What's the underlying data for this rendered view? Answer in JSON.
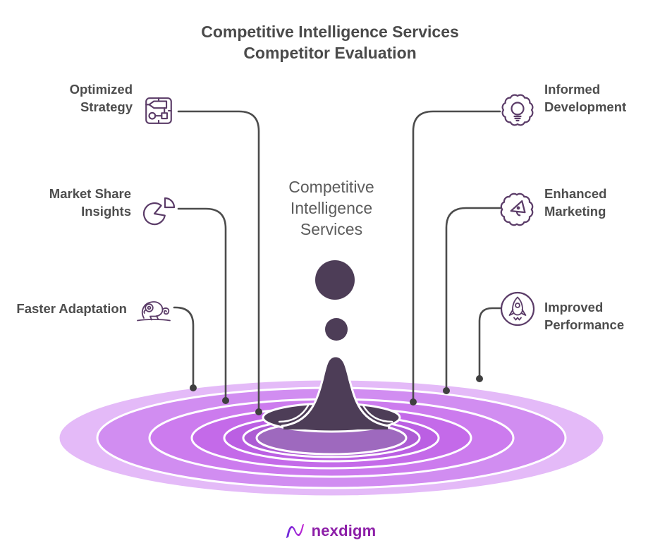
{
  "title": {
    "line1": "Competitive Intelligence Services",
    "line2": "Competitor Evaluation"
  },
  "center_label": {
    "line1": "Competitive",
    "line2": "Intelligence",
    "line3": "Services"
  },
  "benefits": {
    "left": [
      {
        "label": "Optimized Strategy",
        "line1": "Optimized",
        "line2": "Strategy",
        "icon": "strategy-board-icon"
      },
      {
        "label": "Market Share Insights",
        "line1": "Market Share",
        "line2": "Insights",
        "icon": "pie-chart-icon"
      },
      {
        "label": "Faster Adaptation",
        "line1": "Faster Adaptation",
        "line2": "",
        "icon": "chameleon-icon"
      }
    ],
    "right": [
      {
        "label": "Informed Development",
        "line1": "Informed",
        "line2": "Development",
        "icon": "gear-lightbulb-icon"
      },
      {
        "label": "Enhanced Marketing",
        "line1": "Enhanced",
        "line2": "Marketing",
        "icon": "badge-megaphone-icon"
      },
      {
        "label": "Improved Performance",
        "line1": "Improved",
        "line2": "Performance",
        "icon": "rocket-circle-icon"
      }
    ]
  },
  "footer": {
    "brand": "nexdigm"
  },
  "colors": {
    "title-text": "#4a4a4a",
    "label-text": "#4d4d4d",
    "center-text": "#5c5c5c",
    "icon-stroke": "#5b3c68",
    "connector": "#4c4c4c",
    "dot": "#3f3f3f",
    "splash-dark": "#4d3d57",
    "brand-purple": "#8d1fa8",
    "ripple-1": "#e4baf8",
    "ripple-2": "#d18df1",
    "ripple-3": "#cc7bee",
    "ripple-4": "#c46ae9",
    "ripple-5": "#bb5fe3",
    "ripple-6": "#ad5bd4",
    "ripple-7": "#9e69be"
  }
}
